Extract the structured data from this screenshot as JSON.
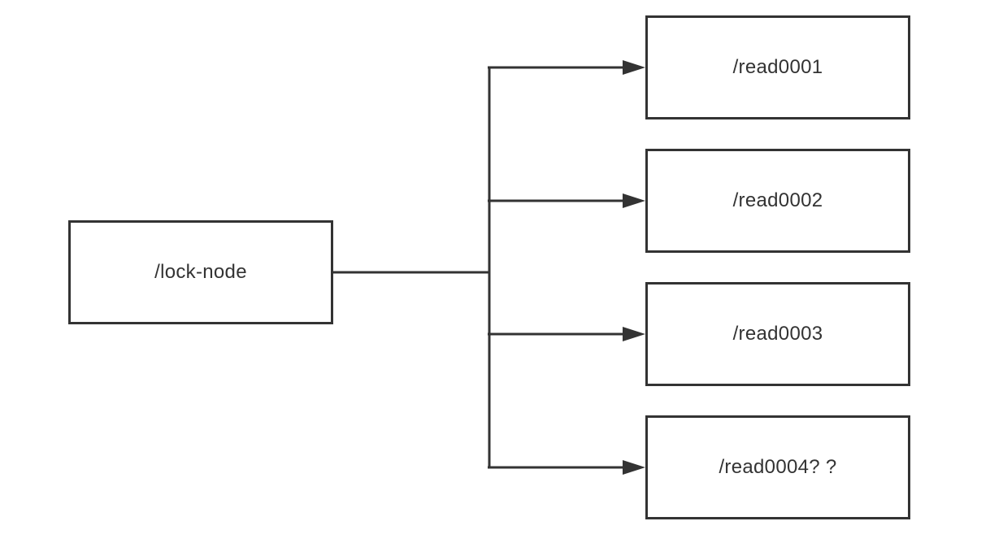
{
  "diagram": {
    "root": {
      "label": "/lock-node"
    },
    "children": [
      {
        "label": "/read0001"
      },
      {
        "label": "/read0002"
      },
      {
        "label": "/read0003"
      },
      {
        "label": "/read0004? ?"
      }
    ],
    "colors": {
      "stroke": "#333333",
      "text": "#333333",
      "background": "#ffffff"
    }
  }
}
